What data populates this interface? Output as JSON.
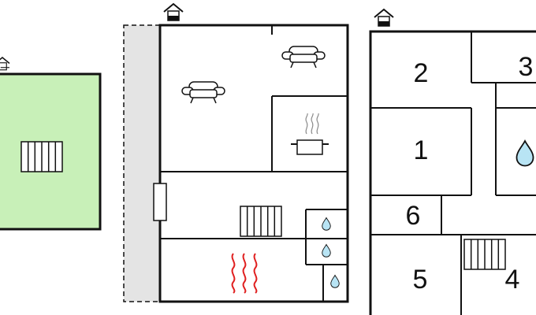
{
  "colors": {
    "wall": "#111111",
    "garden_fill": "#c8f0b8",
    "terrace_fill": "#e4e4e4",
    "water_drop": "#b8e4f4",
    "heat_waves": "#e02020",
    "background": "#ffffff"
  },
  "icons": [
    "house-icon",
    "radiator-icon",
    "sofa-icon",
    "cooking-pot-icon",
    "water-drop-icon",
    "sauna-heat-icon",
    "door-icon"
  ],
  "plan_right": {
    "rooms": [
      {
        "label": "2"
      },
      {
        "label": "3"
      },
      {
        "label": "1"
      },
      {
        "label": "6"
      },
      {
        "label": "5"
      },
      {
        "label": "4"
      }
    ]
  }
}
